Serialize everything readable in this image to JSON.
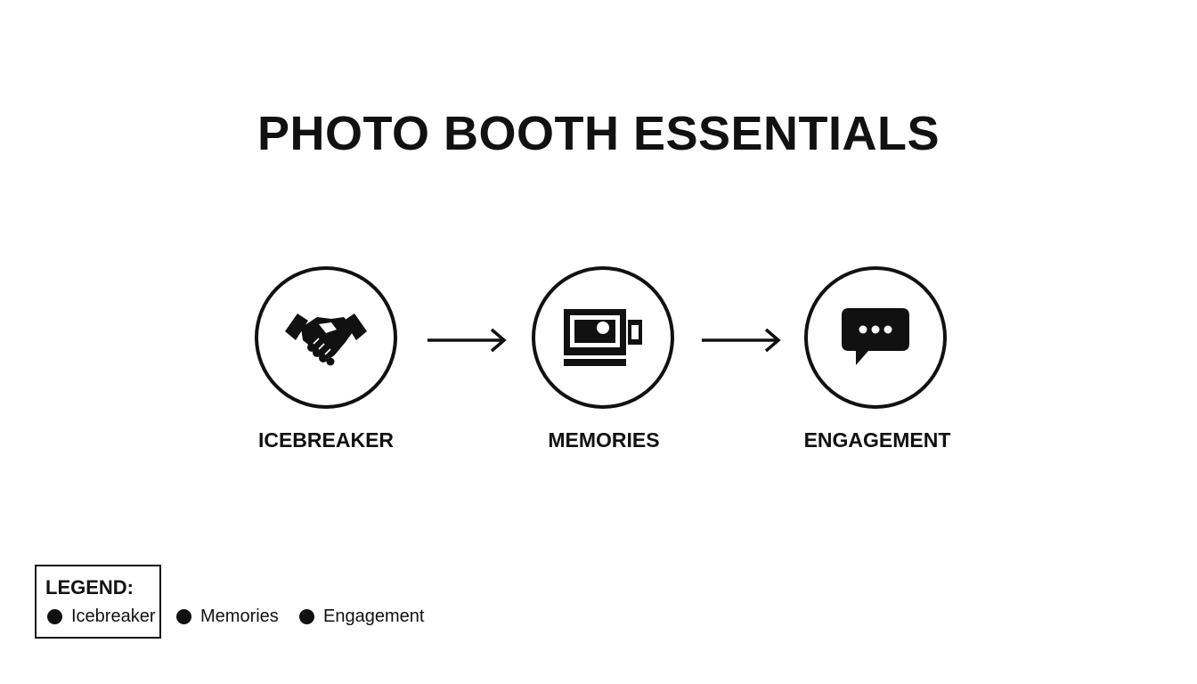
{
  "title": "PHOTO BOOTH ESSENTIALS",
  "steps": [
    {
      "label": "ICEBREAKER",
      "icon": "handshake-icon"
    },
    {
      "label": "MEMORIES",
      "icon": "camera-icon"
    },
    {
      "label": "ENGAGEMENT",
      "icon": "speech-bubble-icon"
    }
  ],
  "legend": {
    "title": "LEGEND:",
    "items": [
      "Icebreaker",
      "Memories",
      "Engagement"
    ]
  },
  "colors": {
    "ink": "#111111",
    "background": "#ffffff"
  }
}
